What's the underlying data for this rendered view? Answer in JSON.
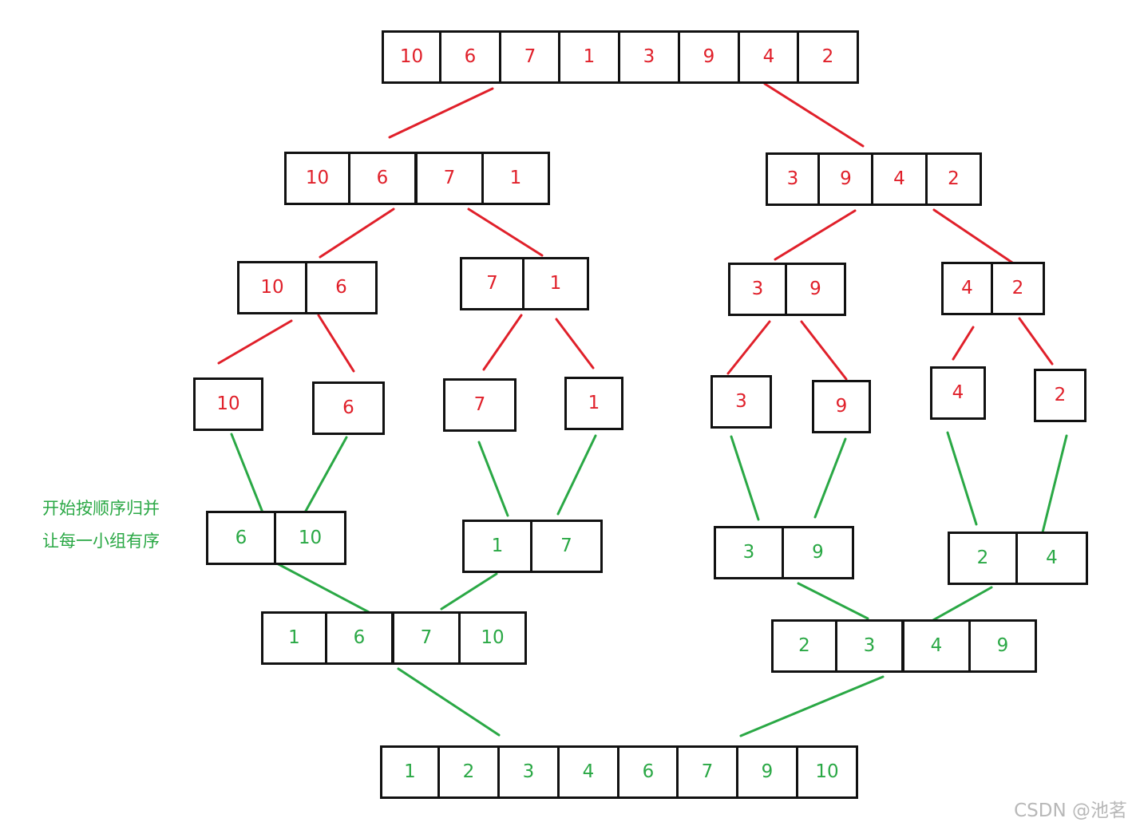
{
  "colors": {
    "split": "#e0202a",
    "merge": "#2aa845",
    "border": "#111111",
    "watermark": "#b8b8b8"
  },
  "arrays": [
    {
      "id": "root",
      "values": [
        "10",
        "6",
        "7",
        "1",
        "3",
        "9",
        "4",
        "2"
      ],
      "color": "red"
    },
    {
      "id": "L",
      "values": [
        "10",
        "6",
        "7",
        "1"
      ],
      "color": "red"
    },
    {
      "id": "R",
      "values": [
        "3",
        "9",
        "4",
        "2"
      ],
      "color": "red"
    },
    {
      "id": "LL",
      "values": [
        "10",
        "6"
      ],
      "color": "red"
    },
    {
      "id": "LR",
      "values": [
        "7",
        "1"
      ],
      "color": "red"
    },
    {
      "id": "RL",
      "values": [
        "3",
        "9"
      ],
      "color": "red"
    },
    {
      "id": "RR",
      "values": [
        "4",
        "2"
      ],
      "color": "red"
    },
    {
      "id": "s10",
      "values": [
        "10"
      ],
      "color": "red"
    },
    {
      "id": "s6",
      "values": [
        "6"
      ],
      "color": "red"
    },
    {
      "id": "s7",
      "values": [
        "7"
      ],
      "color": "red"
    },
    {
      "id": "s1",
      "values": [
        "1"
      ],
      "color": "red"
    },
    {
      "id": "s3",
      "values": [
        "3"
      ],
      "color": "red"
    },
    {
      "id": "s9",
      "values": [
        "9"
      ],
      "color": "red"
    },
    {
      "id": "s4",
      "values": [
        "4"
      ],
      "color": "red"
    },
    {
      "id": "s2",
      "values": [
        "2"
      ],
      "color": "red"
    },
    {
      "id": "m1",
      "values": [
        "6",
        "10"
      ],
      "color": "green"
    },
    {
      "id": "m2",
      "values": [
        "1",
        "7"
      ],
      "color": "green"
    },
    {
      "id": "m3",
      "values": [
        "3",
        "9"
      ],
      "color": "green"
    },
    {
      "id": "m4",
      "values": [
        "2",
        "4"
      ],
      "color": "green"
    },
    {
      "id": "mL",
      "values": [
        "1",
        "6",
        "7",
        "10"
      ],
      "color": "green"
    },
    {
      "id": "mR",
      "values": [
        "2",
        "3",
        "4",
        "9"
      ],
      "color": "green"
    },
    {
      "id": "final",
      "values": [
        "1",
        "2",
        "3",
        "4",
        "6",
        "7",
        "9",
        "10"
      ],
      "color": "green"
    }
  ],
  "annotation": {
    "line1": "开始按顺序归并",
    "line2": "让每一小组有序"
  },
  "watermark": "CSDN @池茗"
}
